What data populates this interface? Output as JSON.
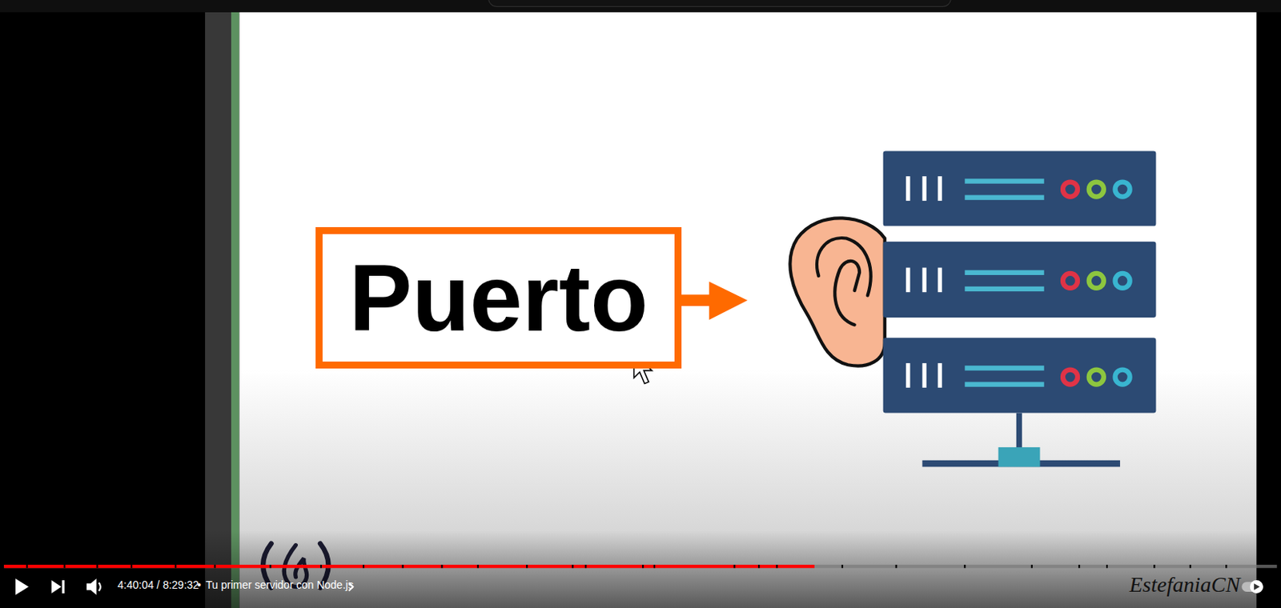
{
  "diagram": {
    "nodes": [
      {
        "text": [
          "Puerto"
        ]
      }
    ],
    "labels": [
      "4:40:04 / 8:29:32",
      "•",
      "Tu primer servidor con Node.js",
      "EstefaniaCN"
    ]
  }
}
